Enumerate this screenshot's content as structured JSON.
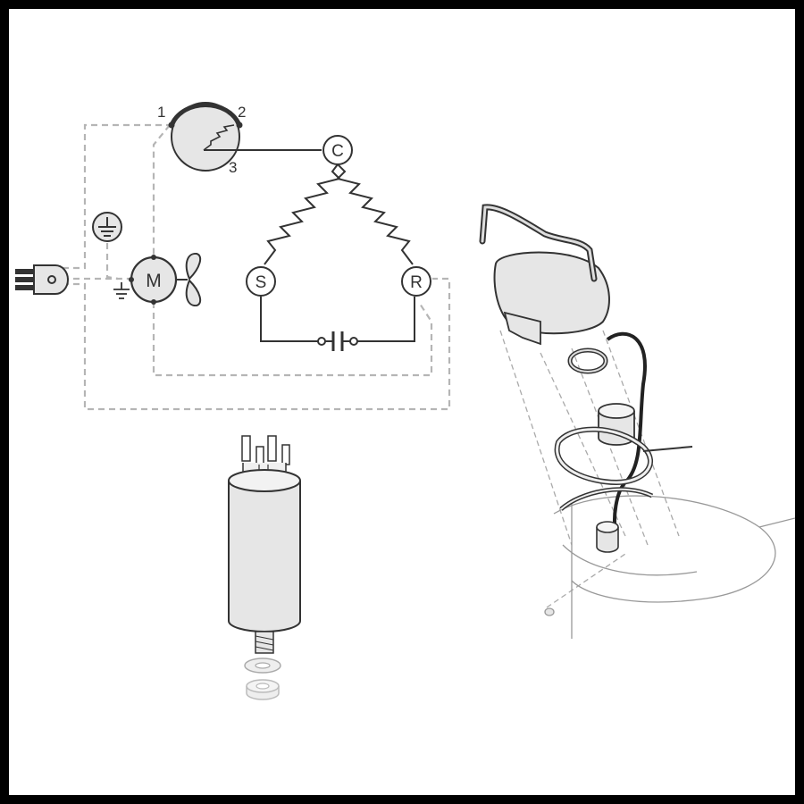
{
  "thermostat": {
    "terminal_1": "1",
    "terminal_2": "2",
    "terminal_3": "3"
  },
  "motor": {
    "label": "M"
  },
  "compressor": {
    "common": "C",
    "start": "S",
    "run": "R"
  },
  "icons": {
    "plug": "power-plug-icon",
    "ground": "ground-icon",
    "fan": "fan-icon",
    "capacitor": "capacitor-icon"
  },
  "colors": {
    "line": "#333333",
    "dashed": "#b5b5b5",
    "fill": "#e6e6e6",
    "frame": "#000000"
  }
}
